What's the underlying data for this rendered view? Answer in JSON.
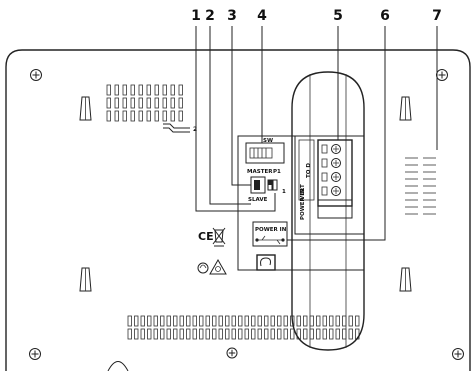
{
  "callouts": [
    "1",
    "2",
    "3",
    "4",
    "5",
    "6",
    "7"
  ],
  "labels": {
    "sw": "SW",
    "master": "MASTER",
    "p1": "P1",
    "slave": "SLAVE",
    "one": "1",
    "small_num": "2",
    "power_in": "POWER IN",
    "power_in_vertical": "POWER IN",
    "to_d": "TO D",
    "vert_a": "VERT",
    "ce": "CE"
  }
}
